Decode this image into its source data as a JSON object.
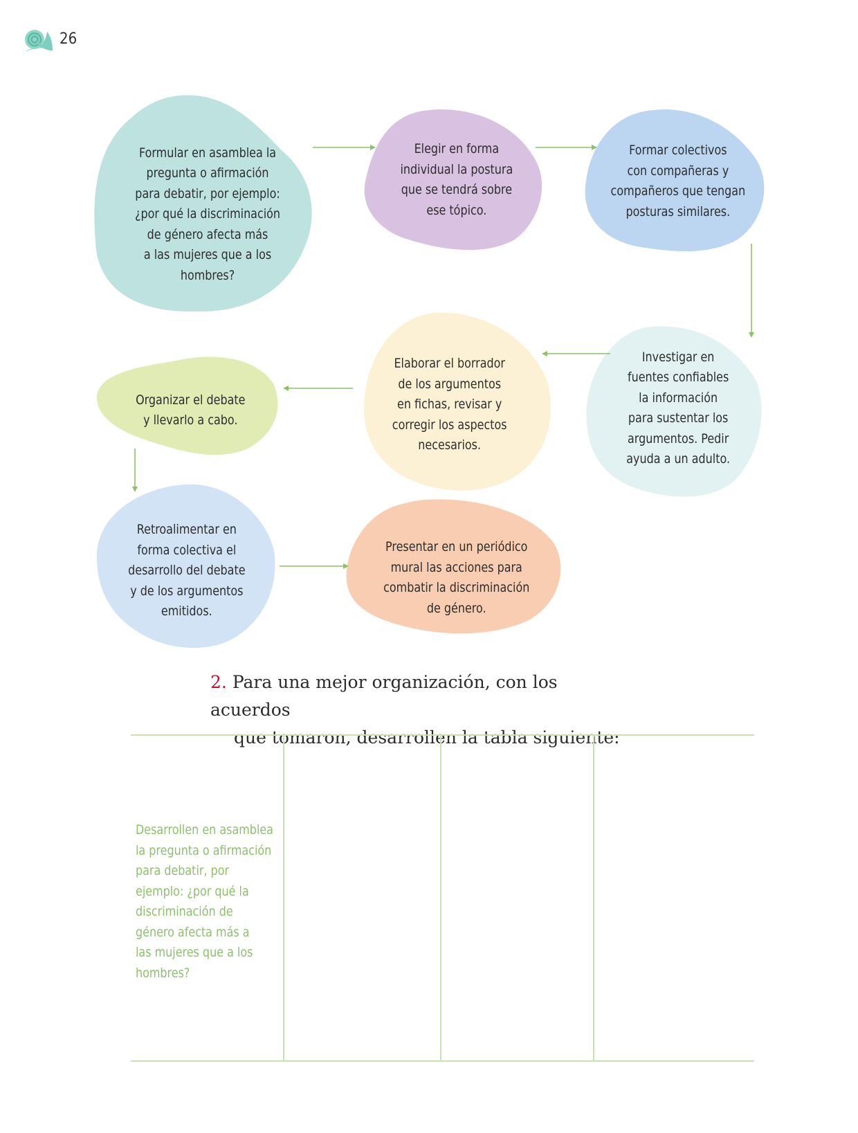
{
  "page": {
    "number": "26"
  },
  "colors": {
    "arrow": "#8cc16a",
    "table_line": "#c9e2b3",
    "accent_number": "#c8102e",
    "cell_text": "#8cc16a"
  },
  "steps": [
    {
      "text": "Formular en asamblea la\npregunta o afirmación\npara debatir, por ejemplo:\n¿por qué la discriminación\nde género afecta más\na las mujeres que a los\nhombres?",
      "color": "#bde2e0"
    },
    {
      "text": "Elegir en forma\nindividual la postura\nque se tendrá sobre\nese tópico.",
      "color": "#d8c1e1"
    },
    {
      "text": "Formar colectivos\ncon compañeras y\ncompañeros que tengan\nposturas similares.",
      "color": "#bcd6f2"
    },
    {
      "text": "Investigar en\nfuentes confiables\nla información\npara sustentar los\nargumentos. Pedir\nayuda a un adulto.",
      "color": "#e2f1f1"
    },
    {
      "text": "Elaborar el borrador\nde los argumentos\nen fichas, revisar y\ncorregir los aspectos\nnecesarios.",
      "color": "#fcf1d4"
    },
    {
      "text": "Organizar el debate\ny llevarlo a cabo.",
      "color": "#e1ecb4"
    },
    {
      "text": "Retroalimentar en\nforma colectiva el\ndesarrollo del debate\ny de los argumentos\nemitidos.",
      "color": "#d2e3f6"
    },
    {
      "text": "Presentar en un periódico\nmural las acciones para\ncombatir la discriminación\nde género.",
      "color": "#f8cdb1"
    }
  ],
  "instruction": {
    "number": "2.",
    "line1": "Para una mejor organización, con los acuerdos",
    "line2": "que tomaron, desarrollen la tabla siguiente:"
  },
  "table": {
    "first_cell": "Desarrollen en asamblea\nla pregunta o afirmación\npara debatir, por\nejemplo: ¿por qué la\ndiscriminación de\ngénero afecta más a\nlas mujeres que a los\nhombres?"
  }
}
